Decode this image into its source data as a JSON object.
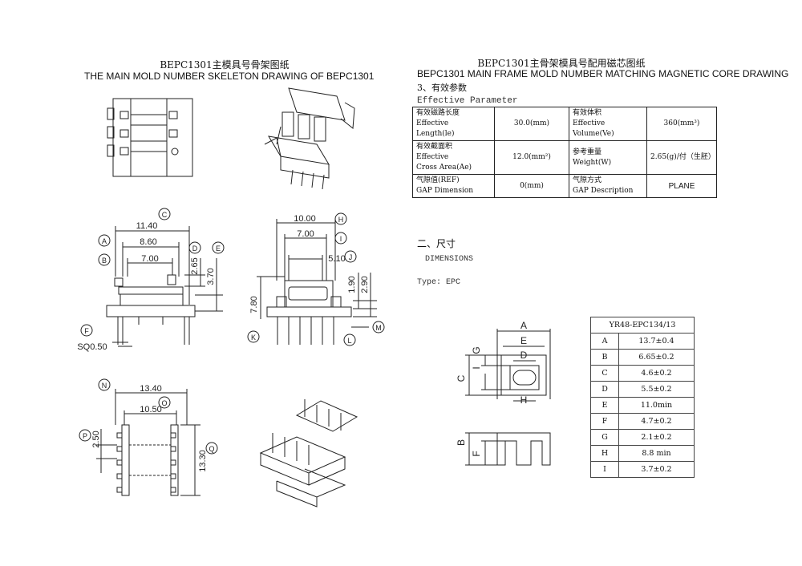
{
  "left_title": {
    "cn": "BEPC1301主模具号骨架图纸",
    "en": "THE MAIN MOLD NUMBER SKELETON DRAWING OF BEPC1301"
  },
  "right_title": {
    "cn": "BEPC1301主骨架模具号配用磁芯图纸",
    "en": "BEPC1301 MAIN FRAME MOLD NUMBER MATCHING MAGNETIC CORE DRAWING"
  },
  "param_section": {
    "heading_cn": "3、有效参数",
    "heading_en": "Effective Parameter",
    "rows": [
      {
        "l_cn": "有效磁路长度",
        "l_en1": "Effective",
        "l_en2": "Length(le)",
        "l_val": "30.0(mm)",
        "r_cn": "有效体积",
        "r_en1": "Effective",
        "r_en2": "Volume(Ve)",
        "r_val": "360(mm³)"
      },
      {
        "l_cn": "有效截面积",
        "l_en1": "Effective",
        "l_en2": "Cross Area(Ae)",
        "l_val": "12.0(mm²)",
        "r_cn": "参考重量",
        "r_en1": "Weight(W)",
        "r_en2": "",
        "r_val": "2.65(g)/付（生胚）"
      },
      {
        "l_cn": "气隙值(REF)",
        "l_en1": "GAP Dimension",
        "l_en2": "",
        "l_val": "0(mm)",
        "r_cn": "气隙方式",
        "r_en1": "GAP Description",
        "r_en2": "",
        "r_val": "PLANE"
      }
    ]
  },
  "dim_section": {
    "heading_cn": "二、尺寸",
    "heading_en": "DIMENSIONS",
    "type_label": "Type: EPC"
  },
  "dim_table": {
    "title": "YR48-EPC134/13",
    "rows": [
      {
        "k": "A",
        "v": "13.7±0.4"
      },
      {
        "k": "B",
        "v": "6.65±0.2"
      },
      {
        "k": "C",
        "v": "4.6±0.2"
      },
      {
        "k": "D",
        "v": "5.5±0.2"
      },
      {
        "k": "E",
        "v": "11.0min"
      },
      {
        "k": "F",
        "v": "4.7±0.2"
      },
      {
        "k": "G",
        "v": "2.1±0.2"
      },
      {
        "k": "H",
        "v": "8.8 min"
      },
      {
        "k": "I",
        "v": "3.7±0.2"
      }
    ]
  },
  "drawing_labels": {
    "front": {
      "w1": "11.40",
      "w2": "8.60",
      "w3": "7.00",
      "h1": "2.65",
      "h2": "3.70",
      "pin": "SQ0.50",
      "c": "C",
      "a": "A",
      "b": "B",
      "d": "D",
      "e": "E",
      "f": "F"
    },
    "side": {
      "w1": "10.00",
      "w2": "7.00",
      "w3": "5.10",
      "h1": "1.90",
      "h2": "2.90",
      "h3": "7.80",
      "h": "H",
      "i": "I",
      "j": "J",
      "k": "K",
      "l": "L",
      "m": "M"
    },
    "bottom": {
      "w1": "13.40",
      "w2": "10.50",
      "p1": "2.50",
      "p2": "13.30",
      "n": "N",
      "o": "O",
      "p": "P",
      "q": "Q"
    },
    "core": {
      "A": "A",
      "B": "B",
      "C": "C",
      "D": "D",
      "E": "E",
      "F": "F",
      "G": "G",
      "H": "H",
      "I": "I"
    }
  }
}
